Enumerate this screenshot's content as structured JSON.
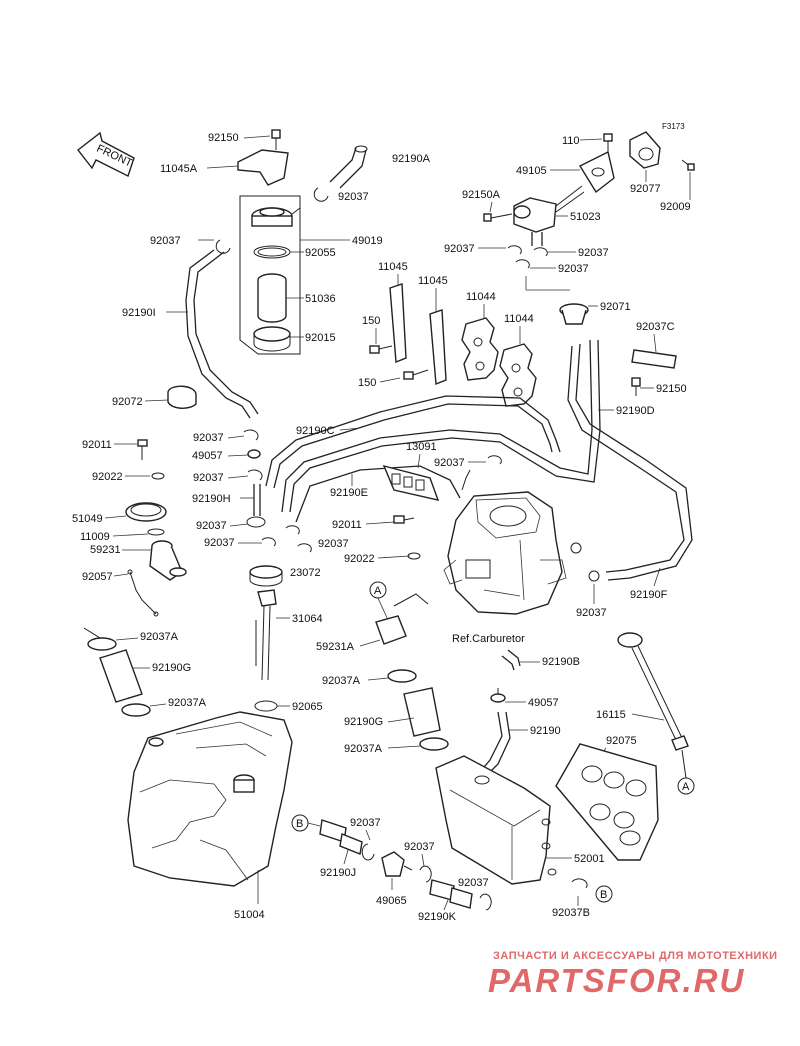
{
  "figure_code": "F3173",
  "direction_label": "FRONT",
  "reference_label": "Ref.Carburetor",
  "connector_a": "A",
  "connector_b": "B",
  "watermark": {
    "tagline": "ЗАПЧАСТИ И АКСЕССУАРЫ ДЛЯ МОТОТЕХНИКИ",
    "site": "PARTSFOR.RU"
  },
  "parts": [
    "92150",
    "11045A",
    "92190A",
    "92037",
    "49019",
    "92055",
    "51036",
    "92015",
    "92190I",
    "92072",
    "92011",
    "92022",
    "51049",
    "11009",
    "59231",
    "92057",
    "92037A",
    "92190G",
    "92065",
    "51004",
    "110",
    "49105",
    "92150A",
    "51023",
    "92077",
    "92009",
    "92071",
    "92037C",
    "11045",
    "150",
    "11044",
    "92190C",
    "92190D",
    "13091",
    "92190E",
    "49057",
    "92190H",
    "23072",
    "31064",
    "59231A",
    "92190B",
    "92190",
    "16115",
    "92075",
    "52001",
    "92037B",
    "92190J",
    "49065",
    "92190K",
    "92190F"
  ]
}
